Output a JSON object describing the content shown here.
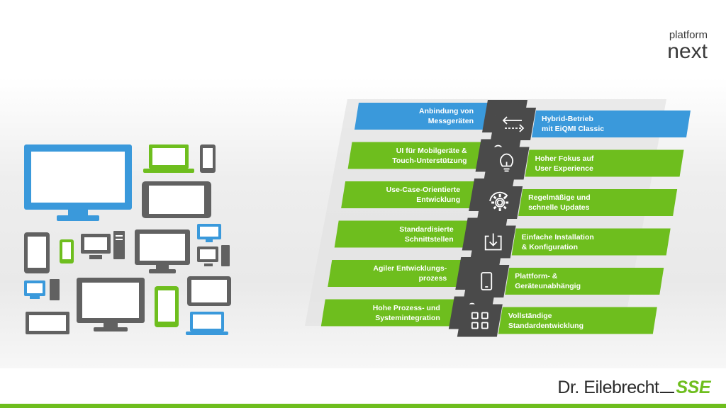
{
  "brand": {
    "line1": "platform",
    "line2": "next"
  },
  "logo": {
    "name": "Dr. Eilebrecht",
    "suffix": "SSE"
  },
  "colors": {
    "green": "#6ebe1e",
    "blue": "#3a99db",
    "dark": "#4a4a4a",
    "grey": "#616161"
  },
  "features_left": [
    {
      "line1": "Anbindung von",
      "line2": "Messgeräten",
      "icon": "plug-icon",
      "color": "blue"
    },
    {
      "line1": "UI für Mobilgeräte &",
      "line2": "Touch-Unterstützung",
      "icon": "touch-hand-icon",
      "color": "green"
    },
    {
      "line1": "Use-Case-Orientierte",
      "line2": "Entwicklung",
      "icon": "target-icon",
      "color": "green"
    },
    {
      "line1": "Standardisierte",
      "line2": "Schnittstellen",
      "icon": "gear-icon",
      "color": "green"
    },
    {
      "line1": "Agiler Entwicklungs-",
      "line2": "prozess",
      "icon": "refresh-icon",
      "color": "green"
    },
    {
      "line1": "Hohe Prozess- und",
      "line2": "Systemintegration",
      "icon": "puzzle-icon",
      "color": "green"
    }
  ],
  "features_right": [
    {
      "line1": "Hybrid-Betrieb",
      "line2": "mit EiQMI Classic",
      "icon": "arrows-icon",
      "color": "blue"
    },
    {
      "line1": "Hoher Fokus auf",
      "line2": "User Experience",
      "icon": "lightbulb-icon",
      "color": "green"
    },
    {
      "line1": "Regelmäßige und",
      "line2": "schnelle Updates",
      "icon": "update-gear-icon",
      "color": "green"
    },
    {
      "line1": "Einfache Installation",
      "line2": "& Konfiguration",
      "icon": "download-icon",
      "color": "green"
    },
    {
      "line1": "Plattform- &",
      "line2": "Geräteunabhängig",
      "icon": "tablet-icon",
      "color": "green"
    },
    {
      "line1": "Vollständige",
      "line2": "Standardentwicklung",
      "icon": "grid-icon",
      "color": "green"
    }
  ]
}
